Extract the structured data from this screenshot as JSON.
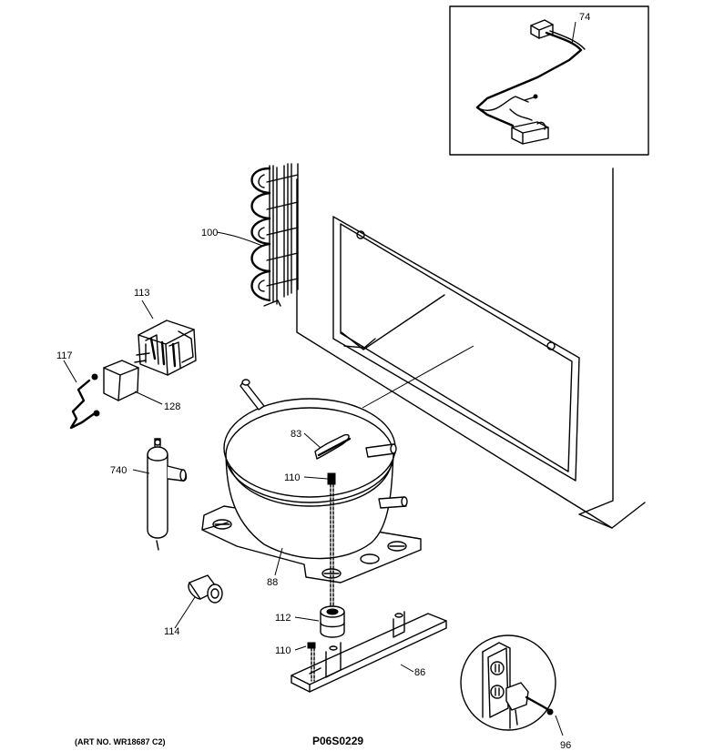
{
  "parts": {
    "p74": "74",
    "p100": "100",
    "p113": "113",
    "p117": "117",
    "p128": "128",
    "p83": "83",
    "p110_upper": "110",
    "p740": "740",
    "p88": "88",
    "p114": "114",
    "p112": "112",
    "p110_lower": "110",
    "p86": "86",
    "p96": "96"
  },
  "footer": {
    "art_no": "(ART NO. WR18687 C2)",
    "code": "P06S0229"
  }
}
